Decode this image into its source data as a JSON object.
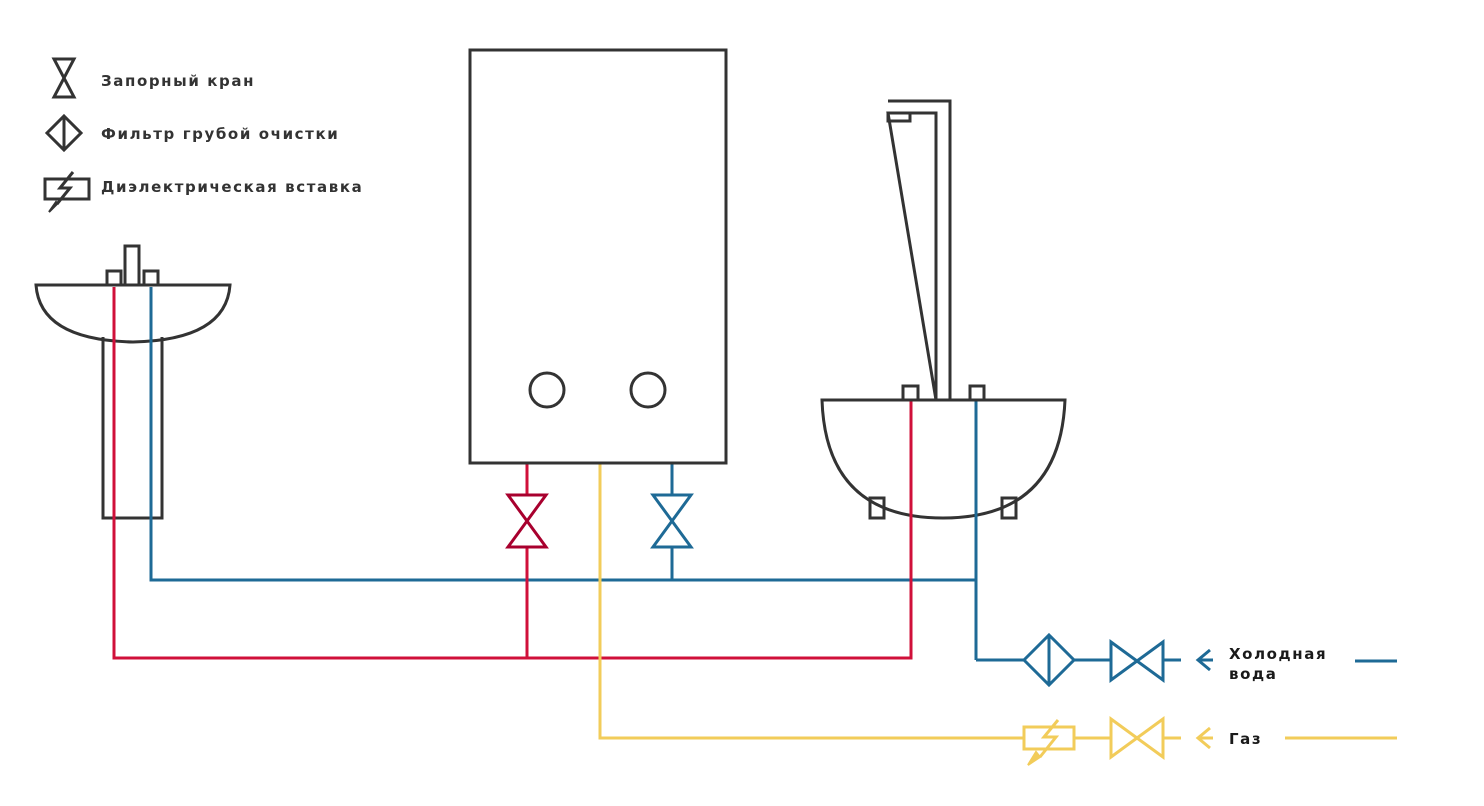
{
  "colors": {
    "outline": "#333333",
    "hot": "#d0103a",
    "hot_valve": "#a8002e",
    "cold": "#1e6a96",
    "gas": "#f2cc5a",
    "text": "#333333"
  },
  "legend": {
    "items": [
      {
        "icon": "shutoff-valve-icon",
        "label": "Запорный кран"
      },
      {
        "icon": "coarse-filter-icon",
        "label": "Фильтр грубой очистки"
      },
      {
        "icon": "dielectric-insert-icon",
        "label": "Диэлектрическая вставка"
      }
    ]
  },
  "inputs": {
    "cold_water": {
      "line1": "Холодная",
      "line2": "вода",
      "arrow": "arrow-left-icon"
    },
    "gas": {
      "label": "Газ",
      "arrow": "arrow-left-icon"
    }
  },
  "components": {
    "washbasin": "washbasin-pedestal",
    "water_heater": "gas-water-heater",
    "kitchen_sink": "sink-with-faucet"
  }
}
